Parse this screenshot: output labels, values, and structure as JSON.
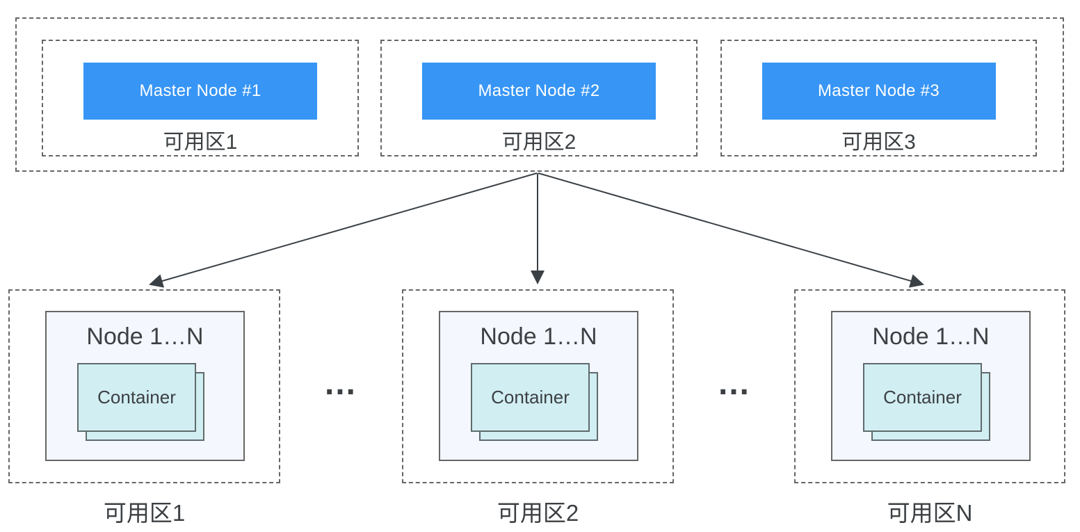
{
  "diagram": {
    "master_cluster": {
      "zones": [
        {
          "master": "Master Node #1",
          "label": "可用区1"
        },
        {
          "master": "Master Node #2",
          "label": "可用区2"
        },
        {
          "master": "Master Node #3",
          "label": "可用区3"
        }
      ]
    },
    "worker_zones": [
      {
        "node": "Node 1…N",
        "container": "Container",
        "label": "可用区1"
      },
      {
        "node": "Node 1…N",
        "container": "Container",
        "label": "可用区2"
      },
      {
        "node": "Node 1…N",
        "container": "Container",
        "label": "可用区N"
      }
    ],
    "ellipsis": "…"
  },
  "colors": {
    "master_fill": "#3795F5",
    "master_text": "#FFFFFF",
    "node_fill": "#F4F7FD",
    "container_fill": "#D1EEF3",
    "container_border": "#5F6B6B",
    "border_dark": "#666666",
    "arrow": "#3B4045",
    "text": "#3C4043"
  }
}
